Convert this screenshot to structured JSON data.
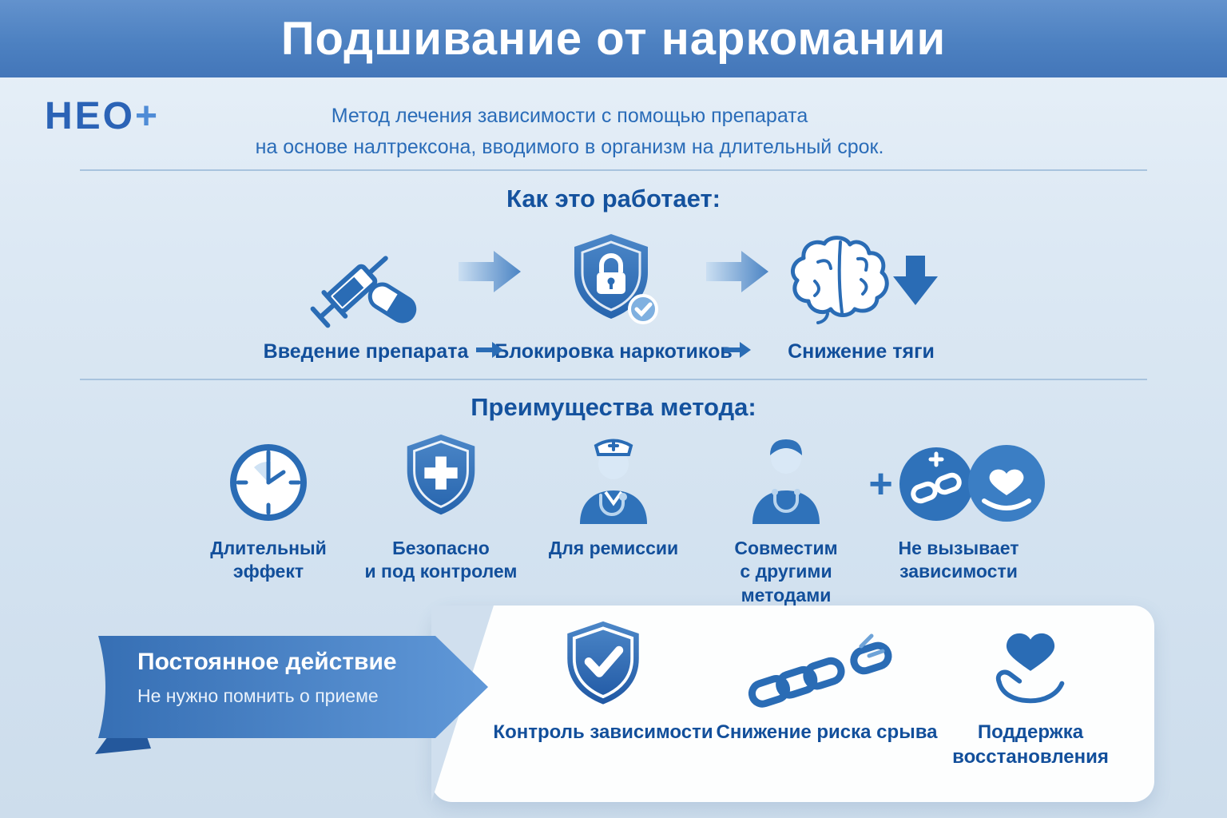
{
  "header": {
    "title": "Подшивание от наркомании"
  },
  "intro": {
    "logo_text": "НЕО",
    "logo_plus": "+",
    "description": "Метод лечения зависимости с помощью препарата\nна основе налтрексона, вводимого в организм на длительный срок."
  },
  "how_it_works": {
    "title": "Как это работает:",
    "steps": [
      {
        "icon": "syringe-pill-icon",
        "label": "Введение препарата"
      },
      {
        "icon": "shield-lock-icon",
        "label": "Блокировка наркотиков"
      },
      {
        "icon": "brain-decrease-icon",
        "label": "Снижение тяги"
      }
    ]
  },
  "advantages": {
    "title": "Преимущества метода:",
    "items": [
      {
        "icon": "clock-icon",
        "label": "Длительный эффект"
      },
      {
        "icon": "shield-cross-icon",
        "label": "Безопасно\nи под контролем"
      },
      {
        "icon": "doctor-icon",
        "label": "Для ремиссии"
      },
      {
        "icon": "medic-icon",
        "label": "Совместим\nс другими\nметодами"
      },
      {
        "icon": "no-addiction-icon",
        "plus_sign": "+",
        "label": "Не вызывает\nзависимости"
      }
    ]
  },
  "highlight": {
    "title": "Постоянное действие",
    "subtitle": "Не нужно помнить о приеме"
  },
  "benefits": [
    {
      "icon": "shield-check-icon",
      "label": "Контроль зависимости"
    },
    {
      "icon": "broken-chain-icon",
      "label": "Снижение риска срыва"
    },
    {
      "icon": "heart-hand-icon",
      "label": "Поддержка\nвосстановления"
    }
  ],
  "colors": {
    "accent_blue": "#2a6cb5",
    "header_blue": "#4c80c0",
    "text_blue": "#14529e",
    "background": "#d7e4f2",
    "card_white": "#fdfefe"
  }
}
